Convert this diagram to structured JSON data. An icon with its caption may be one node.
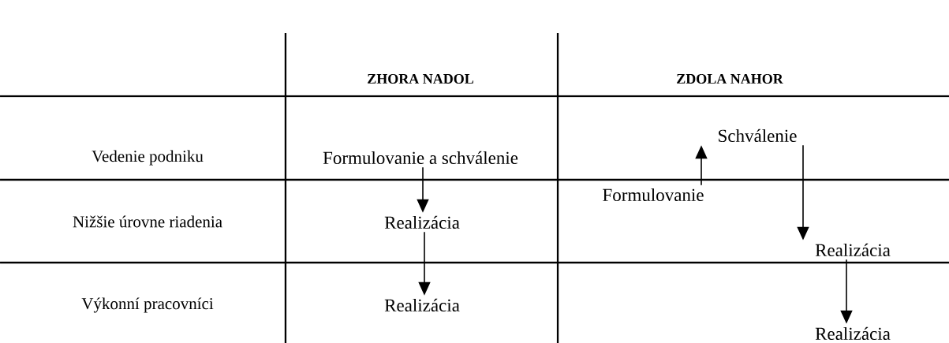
{
  "diagram": {
    "nodes": [
      {
        "text": [
          "Formulovanie a schválenie"
        ]
      },
      {
        "text": [
          "Realizácia"
        ]
      },
      {
        "text": [
          "Realizácia"
        ]
      },
      {
        "text": [
          "Formulovanie"
        ]
      },
      {
        "text": [
          "Schválenie"
        ]
      },
      {
        "text": [
          "Realizácia"
        ]
      },
      {
        "text": [
          "Realizácia"
        ]
      }
    ],
    "edges": [
      {
        "from": 0,
        "to": 1,
        "arrow": "to"
      },
      {
        "from": 1,
        "to": 2,
        "arrow": "to"
      },
      {
        "from": 3,
        "to": 4,
        "arrow": "to"
      },
      {
        "from": 4,
        "to": 5,
        "arrow": "to"
      },
      {
        "from": 5,
        "to": 6,
        "arrow": "to"
      }
    ],
    "labels": [
      "ZHORA NADOL",
      "ZDOLA NAHOR",
      "Vedenie podniku",
      "Nižšie úrovne riadenia",
      "Výkonní pracovníci"
    ]
  }
}
